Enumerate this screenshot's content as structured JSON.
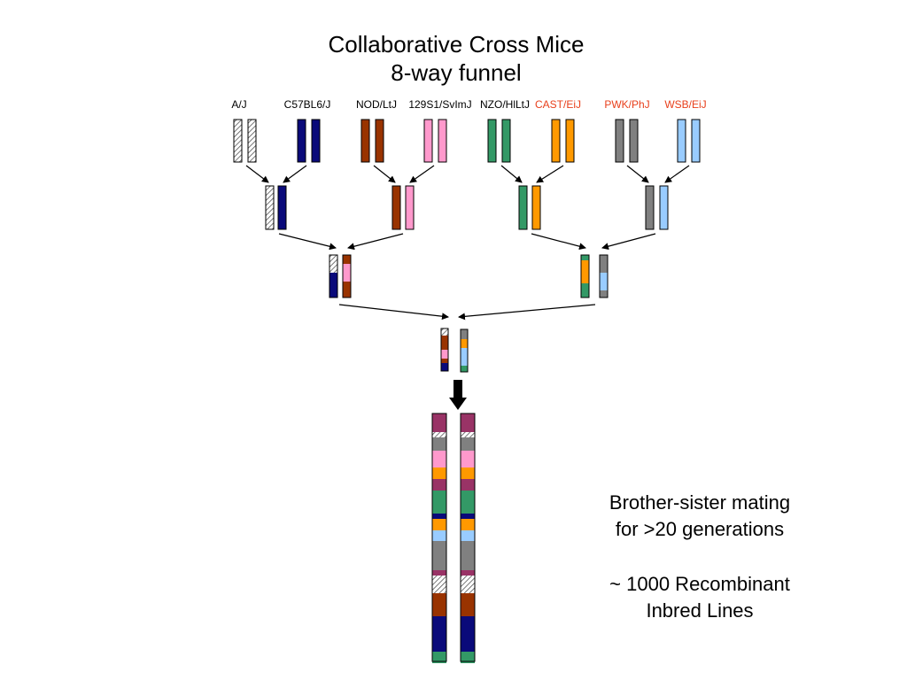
{
  "title_line1": "Collaborative Cross Mice",
  "title_line2": "8-way funnel",
  "strains": [
    {
      "name": "A/J",
      "color": "#000000"
    },
    {
      "name": "C57BL6/J",
      "color": "#000000"
    },
    {
      "name": "NOD/LtJ",
      "color": "#000000"
    },
    {
      "name": "129S1/SvImJ",
      "color": "#000000"
    },
    {
      "name": "NZO/HlLtJ",
      "color": "#000000"
    },
    {
      "name": "CAST/EiJ",
      "color": "#e8401c"
    },
    {
      "name": "PWK/PhJ",
      "color": "#e8401c"
    },
    {
      "name": "WSB/EiJ",
      "color": "#e8401c"
    }
  ],
  "strain_colors": {
    "A/J": "hatch",
    "C57BL6/J": "#0a0a7a",
    "NOD/LtJ": "#993300",
    "129S1/SvImJ": "#ff99cc",
    "NZO/HlLtJ": "#339966",
    "CAST/EiJ": "#ff9900",
    "PWK/PhJ": "#808080",
    "WSB/EiJ": "#99ccff"
  },
  "recombinant_color": "#993366",
  "caption": {
    "line1": "Brother-sister mating",
    "line2": "for >20 generations",
    "line3": "~ 1000 Recombinant",
    "line4": "Inbred Lines"
  }
}
